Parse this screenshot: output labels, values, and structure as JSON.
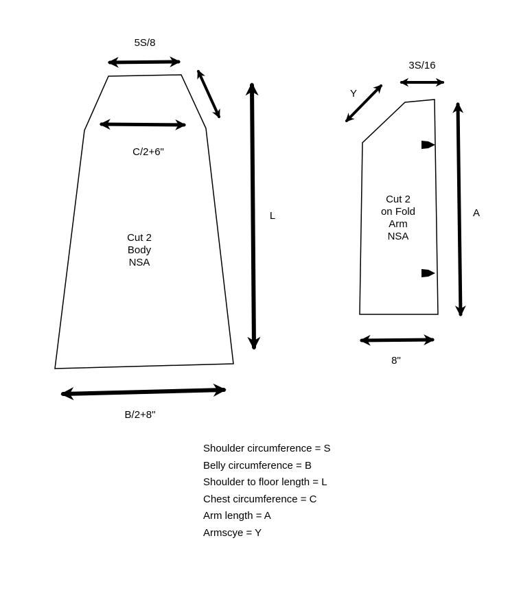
{
  "labels": {
    "body_top": "5S/8",
    "body_chest": "C/2+6\"",
    "body_length": "L",
    "body_bottom": "B/2+8\"",
    "arm_armscye": "Y",
    "arm_top": "3S/16",
    "arm_length": "A",
    "arm_bottom": "8\""
  },
  "body_piece": [
    "Cut 2",
    "Body",
    "NSA"
  ],
  "arm_piece": [
    "Cut 2",
    "on Fold",
    "Arm",
    "NSA"
  ],
  "legend": [
    "Shoulder circumference = S",
    "Belly circumference = B",
    "Shoulder to floor length = L",
    "Chest circumference = C",
    "Arm length = A",
    "Armscye = Y"
  ]
}
